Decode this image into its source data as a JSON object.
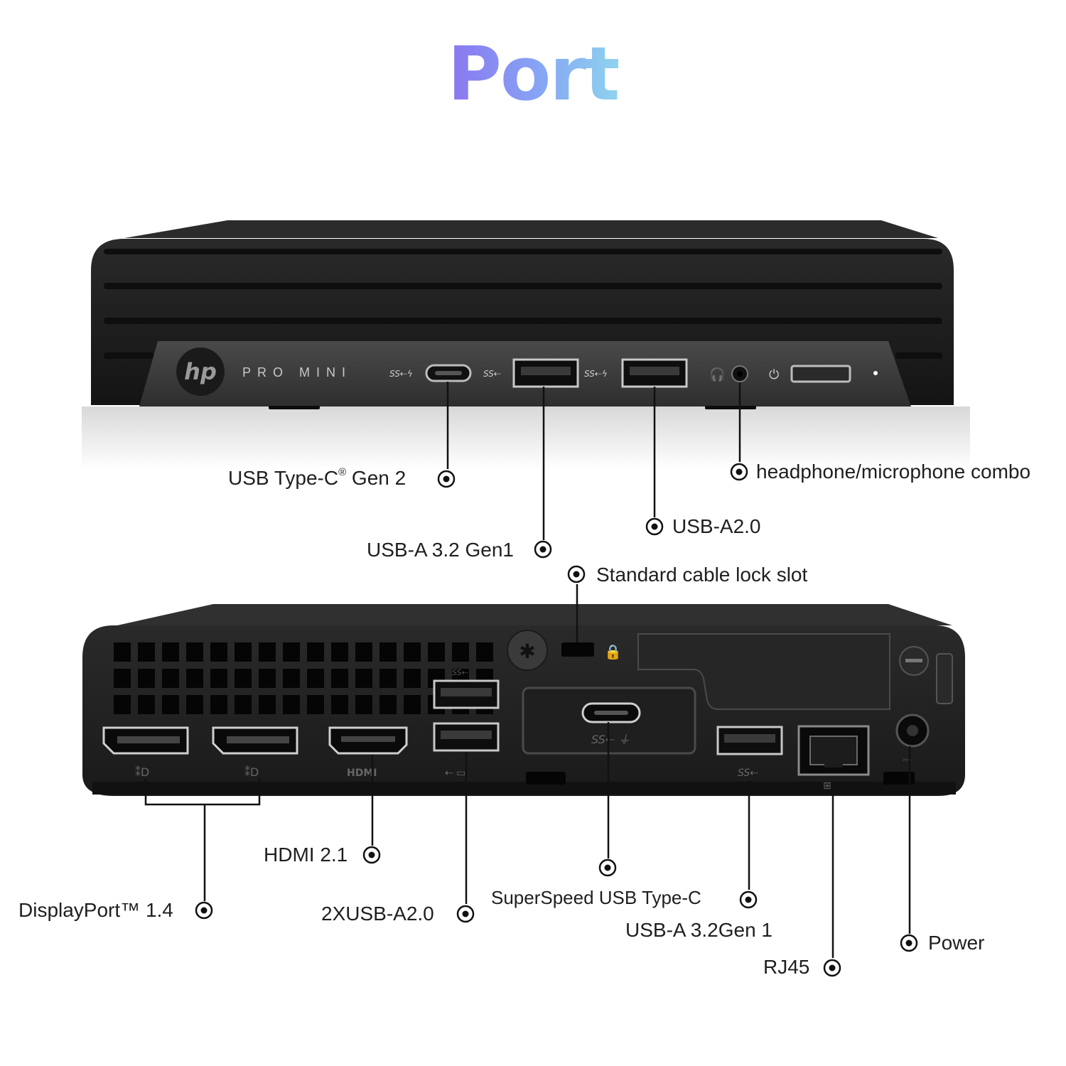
{
  "title": "Port",
  "device": {
    "brand_text": "PRO MINI",
    "logo": "hp-logo"
  },
  "labels": {
    "usb_c_gen2": {
      "main": "USB Type-C",
      "sup": "®",
      "tail": " Gen 2"
    },
    "usba_32_gen1_front": "USB-A 3.2 Gen1",
    "usba_20_front": "USB-A2.0",
    "headphone_combo": "headphone/microphone combo",
    "cable_lock": "Standard cable lock slot",
    "hdmi": "HDMI 2.1",
    "displayport": "DisplayPort™ 1.4",
    "usba_20_rear": "2XUSB-A2.0",
    "superspeed_usbc": "SuperSpeed USB Type-C",
    "usba_32_gen1_rear": "USB-A 3.2Gen 1",
    "rj45": "RJ45",
    "power": "Power"
  },
  "icons": [
    "hp-logo",
    "superspeed-usb-icon",
    "headphone-icon",
    "power-icon",
    "displayport-icon",
    "hdmi-icon",
    "ethernet-icon",
    "lock-icon",
    "target-marker-icon"
  ],
  "colors": {
    "title_start": "#8a76f0",
    "title_end": "#8fd3ee",
    "chassis": "#1c1c1c",
    "label": "#1f1f1f"
  }
}
